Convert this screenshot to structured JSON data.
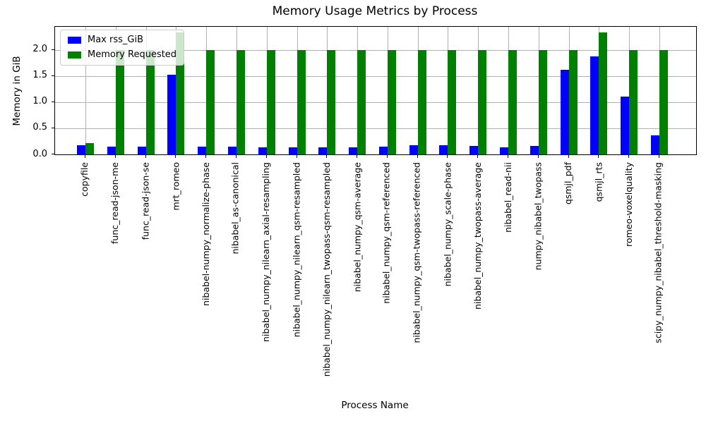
{
  "chart_data": {
    "type": "bar",
    "title": "Memory Usage Metrics by Process",
    "xlabel": "Process Name",
    "ylabel": "Memory in GiB",
    "ylim": [
      0,
      2.44
    ],
    "yticks": [
      0.0,
      0.5,
      1.0,
      1.5,
      2.0
    ],
    "ytick_labels": [
      "0.0",
      "0.5",
      "1.0",
      "1.5",
      "2.0"
    ],
    "grid": true,
    "legend_position": "upper left",
    "categories": [
      "copyfile",
      "func_read-json-me",
      "func_read-json-se",
      "mrt_romeo",
      "nibabel-numpy_normalize-phase",
      "nibabel_as-canonical",
      "nibabel_numpy_nilearn_axial-resampling",
      "nibabel_numpy_nilearn_qsm-resampled",
      "nibabel_numpy_nilearn_twopass-qsm-resampled",
      "nibabel_numpy_qsm-average",
      "nibabel_numpy_qsm-referenced",
      "nibabel_numpy_qsm-twopass-referenced",
      "nibabel_numpy_scale-phase",
      "nibabel_numpy_twopass-average",
      "nibabel_read-nii",
      "numpy_nibabel_twopass",
      "qsmjl_pdf",
      "qsmjl_rts",
      "romeo-voxelquality",
      "scipy_numpy_nibabel_threshold-masking"
    ],
    "series": [
      {
        "name": "Max rss_GiB",
        "color": "#0000ff",
        "values": [
          0.17,
          0.15,
          0.15,
          1.52,
          0.15,
          0.15,
          0.14,
          0.14,
          0.14,
          0.14,
          0.15,
          0.17,
          0.17,
          0.16,
          0.14,
          0.16,
          1.62,
          1.88,
          1.1,
          0.37
        ]
      },
      {
        "name": "Memory Requested",
        "color": "#008000",
        "values": [
          0.21,
          2.0,
          2.0,
          2.33,
          2.0,
          2.0,
          2.0,
          2.0,
          2.0,
          2.0,
          2.0,
          2.0,
          2.0,
          2.0,
          2.0,
          2.0,
          2.0,
          2.33,
          2.0,
          2.0
        ]
      }
    ]
  }
}
